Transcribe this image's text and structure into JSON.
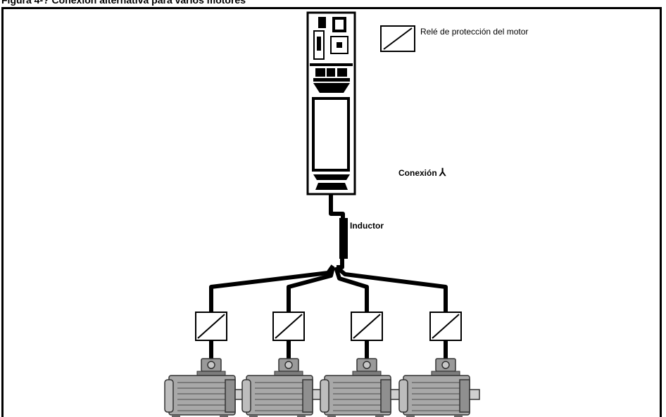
{
  "figure": {
    "caption": "Figura 4-? Conexión alternativa para varios motores",
    "legend_label": "Relé de protección del motor",
    "connection_label": "Conexión",
    "connection_symbol": "⅄",
    "inductor_label": "Inductor",
    "motor_count": 4,
    "relay_count": 4
  }
}
